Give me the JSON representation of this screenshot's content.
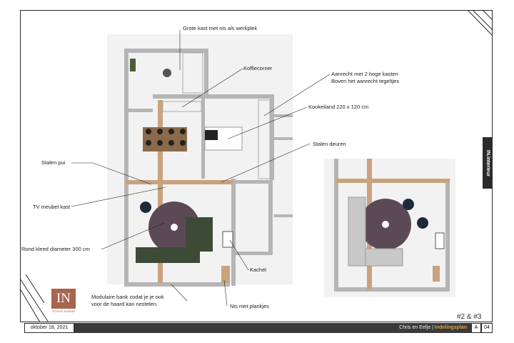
{
  "annotations": {
    "grote_kast": "Grote kast met nis als werkplek",
    "koffiecorner": "Koffiecorner",
    "aanrecht_line1": "Aanrecht met 2 hoge kasten",
    "aanrecht_line2": "Boven het aanrecht tegeltjes",
    "kookeiland": "Kookeiland 220 x 120 cm",
    "stalen_deuren": "Stalen deuren",
    "stalen_pui": "Stalen pui",
    "tv_meubel": "TV meubel kast",
    "rond_kleed": "Rond kleed diameter 300 cm",
    "kachel": "Kachel",
    "bank_line1": "Modulaire bank zodat je je ook",
    "bank_line2": "voor de haard kan nestelen.",
    "nis": "Nis met plankjes"
  },
  "side_tab": "IN.interieur",
  "page_code": "#2 & #3",
  "logo": {
    "mark": "IN",
    "sub": "STUDIO JEANNE"
  },
  "footer": {
    "date": "oktober 18, 2021",
    "client": "Chris en Eefje",
    "separator": "|",
    "doc_title": "Indelingsplan",
    "sheet_size": "A",
    "page_number": "04"
  },
  "colors": {
    "wall": "#b5b5b5",
    "wood": "#c9a27e",
    "sofa_dark": "#3d4a36",
    "sofa_light": "#c8c8c8",
    "rug": "#5b4a55",
    "accent": "#d4a04a",
    "logo_bg": "#a8644d"
  }
}
